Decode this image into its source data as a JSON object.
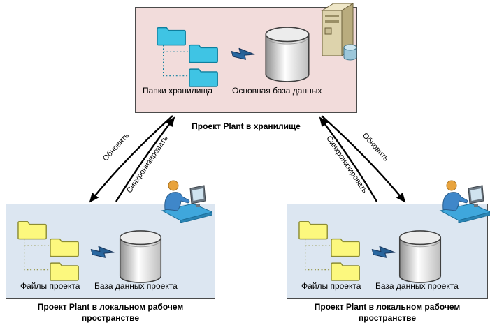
{
  "colors": {
    "repo_bg": "#F2DCDB",
    "local_bg": "#DCE6F1",
    "box_border": "#4A4A4A",
    "folder_cyan": "#3FC4E4",
    "folder_cyan_border": "#0E7F9E",
    "folder_yellow": "#FCF87E",
    "folder_yellow_border": "#8C8C33",
    "arrow": "#000000"
  },
  "repository": {
    "folders_label": "Папки хранилища",
    "database_label": "Основная база данных",
    "caption": "Проект Plant в хранилище"
  },
  "local_left": {
    "files_label": "Файлы проекта",
    "database_label": "База данных проекта",
    "caption": "Проект Plant в локальном рабочем пространстве"
  },
  "local_right": {
    "files_label": "Файлы проекта",
    "database_label": "База данных проекта",
    "caption": "Проект Plant в локальном рабочем пространстве"
  },
  "arrows": {
    "left_update": {
      "label": "Обновить"
    },
    "left_sync": {
      "label": "Синхронизировать"
    },
    "right_sync": {
      "label": "Синхронизировать"
    },
    "right_update": {
      "label": "Обновить"
    }
  },
  "icons": {
    "server": "server-icon",
    "folder_tree": "folder-tree-icon",
    "lightning": "sync-lightning-icon",
    "database": "database-cylinder-icon",
    "workstation": "user-workstation-icon"
  }
}
